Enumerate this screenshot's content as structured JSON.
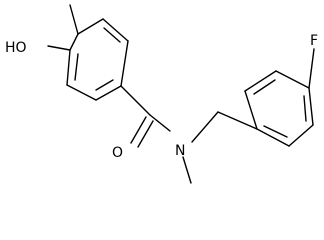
{
  "molecule": {
    "atom_labels": {
      "hydroxyl": "HO",
      "carbonyl_oxygen": "O",
      "amide_nitrogen": "N",
      "fluorine": "F"
    }
  },
  "colors": {
    "background": "#ffffff",
    "ink": "#000000"
  }
}
